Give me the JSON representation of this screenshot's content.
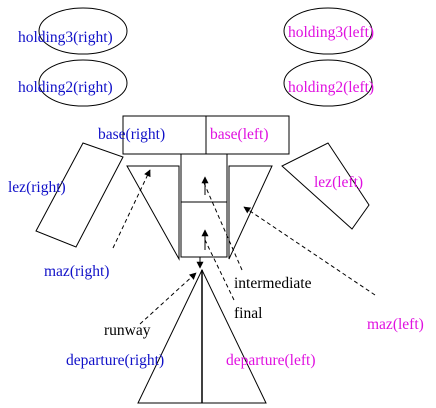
{
  "colors": {
    "right": "#1010c8",
    "left": "#e010e0",
    "neutral": "#000000",
    "line": "#000000"
  },
  "labels": {
    "holding3_right": "holding3(right)",
    "holding3_left": "holding3(left)",
    "holding2_right": "holding2(right)",
    "holding2_left": "holding2(left)",
    "base_right": "base(right)",
    "base_left": "base(left)",
    "lez_right": "lez(right)",
    "lez_left": "lez(left)",
    "maz_right": "maz(right)",
    "maz_left": "maz(left)",
    "intermediate": "intermediate",
    "final": "final",
    "runway": "runway",
    "departure_right": "departure(right)",
    "departure_left": "departure(left)"
  }
}
